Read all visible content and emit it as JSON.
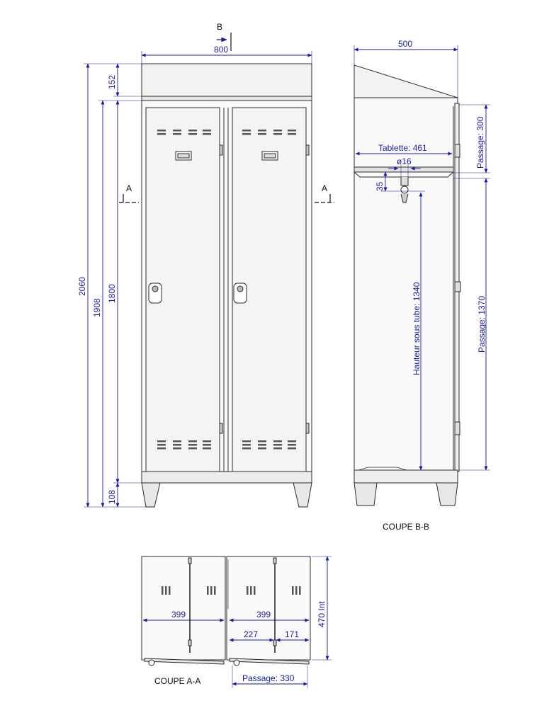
{
  "colors": {
    "dimension": "#1a1aa6",
    "outline": "#2a2a2a",
    "panel": "#f2f2f2"
  },
  "section_marks": {
    "b_top": "B",
    "a_left": "A",
    "a_right": "A"
  },
  "front": {
    "width": "800",
    "h_total": "2060",
    "h_body": "1908",
    "h_door": "1800",
    "h_top": "152",
    "h_feet": "108"
  },
  "side": {
    "width": "500",
    "passage_top": "Passage: 300",
    "tablette": "Tablette: 461",
    "diam": "ø16",
    "small": "35",
    "hauteur": "Hauteur sous tube: 1340",
    "passage_main": "Passage: 1370",
    "caption": "COUPE B-B"
  },
  "plan": {
    "w_left": "399",
    "w_right": "399",
    "w_227": "227",
    "w_171": "171",
    "depth": "470 Int",
    "passage": "Passage: 330",
    "caption": "COUPE A-A"
  }
}
